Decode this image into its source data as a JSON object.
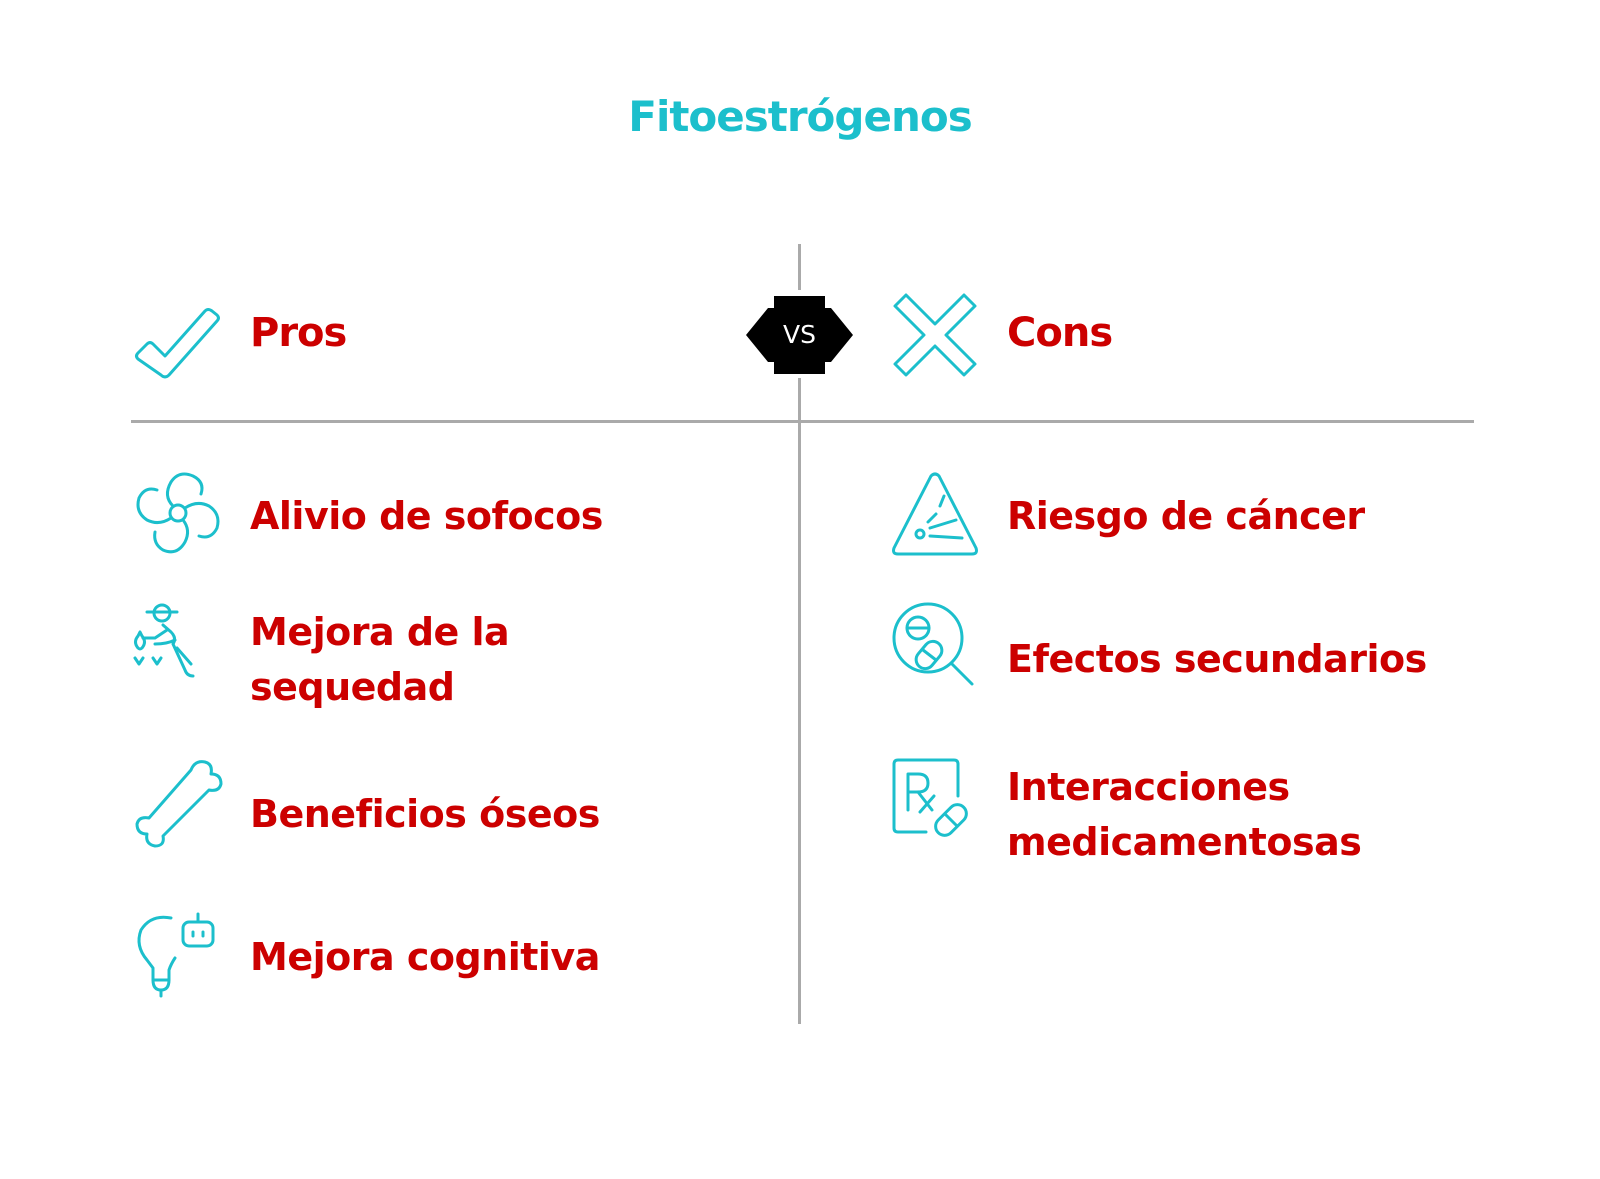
{
  "title": "Fitoestrógenos",
  "colors": {
    "accent": "#1cbfcc",
    "label": "#cc0000",
    "divider": "#aaaaaa",
    "vs_badge": "#000000"
  },
  "vs_label": "VS",
  "pros": {
    "heading": "Pros",
    "icon": "checkmark-icon",
    "items": [
      {
        "label": "Alivio de sofocos",
        "icon": "fan-icon"
      },
      {
        "label": "Mejora de la sequedad",
        "icon": "gardener-watering-icon"
      },
      {
        "label": "Beneficios óseos",
        "icon": "bone-icon"
      },
      {
        "label": "Mejora cognitiva",
        "icon": "lightbulb-robot-icon"
      }
    ]
  },
  "cons": {
    "heading": "Cons",
    "icon": "x-cross-icon",
    "items": [
      {
        "label": "Riesgo de cáncer",
        "icon": "warning-triangle-icon"
      },
      {
        "label": "Efectos secundarios",
        "icon": "pill-magnifier-icon"
      },
      {
        "label": "Interacciones medicamentosas",
        "icon": "prescription-pill-icon"
      }
    ]
  }
}
